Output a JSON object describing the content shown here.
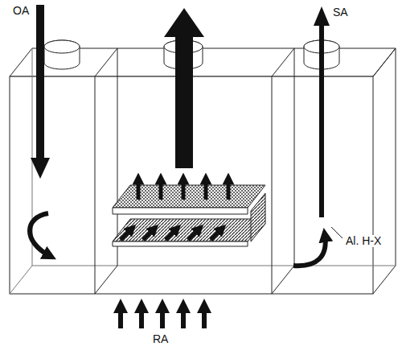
{
  "diagram": {
    "labels": [
      "OA",
      "SA",
      "RA",
      "Al. H-X"
    ]
  }
}
